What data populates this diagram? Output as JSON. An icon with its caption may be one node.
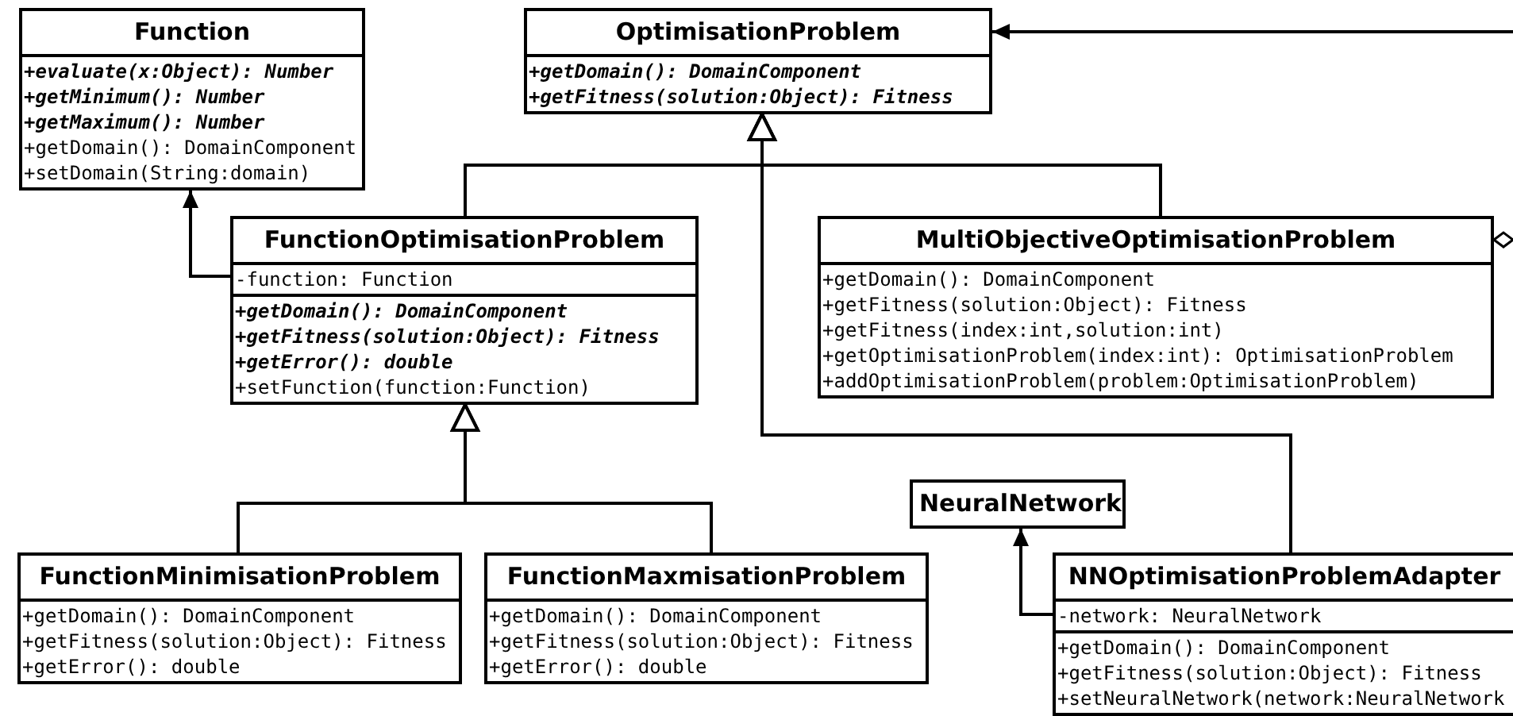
{
  "diagram": {
    "nodes": [
      {
        "text": [
          "Function",
          "+evaluate(x:Object): Number",
          "+getMinimum(): Number",
          "+getMaximum(): Number",
          "+getDomain(): DomainComponent",
          "+setDomain(String:domain)"
        ]
      },
      {
        "text": [
          "OptimisationProblem",
          "+getDomain(): DomainComponent",
          "+getFitness(solution:Object): Fitness"
        ]
      },
      {
        "text": [
          "FunctionOptimisationProblem",
          "-function: Function",
          "+getDomain(): DomainComponent",
          "+getFitness(solution:Object): Fitness",
          "+getError(): double",
          "+setFunction(function:Function)"
        ]
      },
      {
        "text": [
          "MultiObjectiveOptimisationProblem",
          "+getDomain(): DomainComponent",
          "+getFitness(solution:Object): Fitness",
          "+getFitness(index:int,solution:int)",
          "+getOptimisationProblem(index:int): OptimisationProblem",
          "+addOptimisationProblem(problem:OptimisationProblem)"
        ]
      },
      {
        "text": [
          "NeuralNetwork"
        ]
      },
      {
        "text": [
          "FunctionMinimisationProblem",
          "+getDomain(): DomainComponent",
          "+getFitness(solution:Object): Fitness",
          "+getError(): double"
        ]
      },
      {
        "text": [
          "FunctionMaxmisationProblem",
          "+getDomain(): DomainComponent",
          "+getFitness(solution:Object): Fitness",
          "+getError(): double"
        ]
      },
      {
        "text": [
          "NNOptimisationProblemAdapter",
          "-network: NeuralNetwork",
          "+getDomain(): DomainComponent",
          "+getFitness(solution:Object): Fitness",
          "+setNeuralNetwork(network:NeuralNetwork"
        ]
      }
    ],
    "edges": [
      {
        "from": 2,
        "to": 0,
        "arrow": "to"
      },
      {
        "from": 2,
        "to": 1,
        "arrow": "to"
      },
      {
        "from": 3,
        "to": 1,
        "arrow": "to"
      },
      {
        "from": 7,
        "to": 1,
        "arrow": "to"
      },
      {
        "from": 5,
        "to": 2,
        "arrow": "to"
      },
      {
        "from": 6,
        "to": 2,
        "arrow": "to"
      },
      {
        "from": 7,
        "to": 4,
        "arrow": "to"
      },
      {
        "from": null,
        "to": 1,
        "arrow": "to"
      },
      {
        "from": 3,
        "to": null,
        "arrow": "other"
      }
    ]
  }
}
